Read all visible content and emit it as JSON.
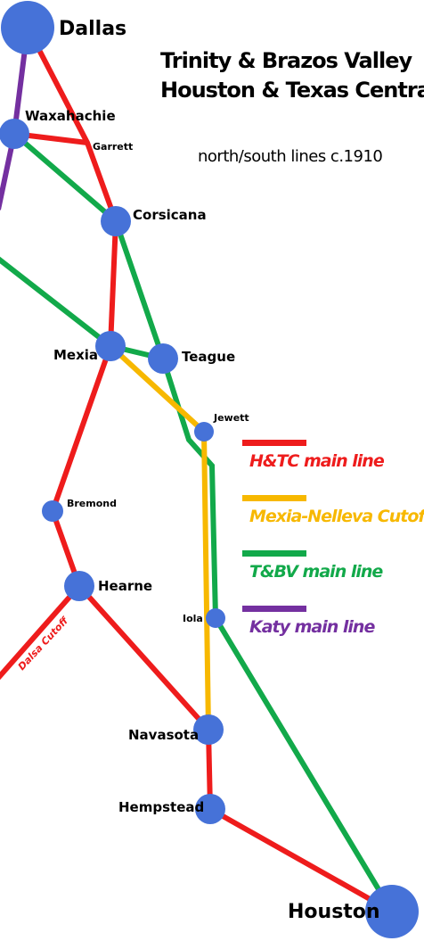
{
  "title": {
    "line1": "Trinity & Brazos Valley",
    "line2": "Houston & Texas Central",
    "subtitle": "north/south lines c.1910"
  },
  "colors": {
    "htc": "#ee1c1c",
    "cutoff": "#f7b800",
    "tbv": "#12a94a",
    "katy": "#7430a0",
    "node": "#4672d8"
  },
  "legend": [
    {
      "label": "H&TC main line",
      "color": "#ee1c1c"
    },
    {
      "label": "Mexia-Nelleva Cutoff",
      "color": "#f7b800"
    },
    {
      "label": "T&BV main line",
      "color": "#12a94a"
    },
    {
      "label": "Katy main line",
      "color": "#7430a0"
    }
  ],
  "cities": [
    {
      "id": "dallas",
      "name": "Dallas"
    },
    {
      "id": "waxahachie",
      "name": "Waxahachie"
    },
    {
      "id": "garrett",
      "name": "Garrett"
    },
    {
      "id": "corsicana",
      "name": "Corsicana"
    },
    {
      "id": "mexia",
      "name": "Mexia"
    },
    {
      "id": "teague",
      "name": "Teague"
    },
    {
      "id": "jewett",
      "name": "Jewett"
    },
    {
      "id": "bremond",
      "name": "Bremond"
    },
    {
      "id": "hearne",
      "name": "Hearne"
    },
    {
      "id": "iola",
      "name": "Iola"
    },
    {
      "id": "navasota",
      "name": "Navasota"
    },
    {
      "id": "hempstead",
      "name": "Hempstead"
    },
    {
      "id": "houston",
      "name": "Houston"
    }
  ],
  "annotations": {
    "dalsa_cutoff": "Dalsa Cutoff"
  }
}
